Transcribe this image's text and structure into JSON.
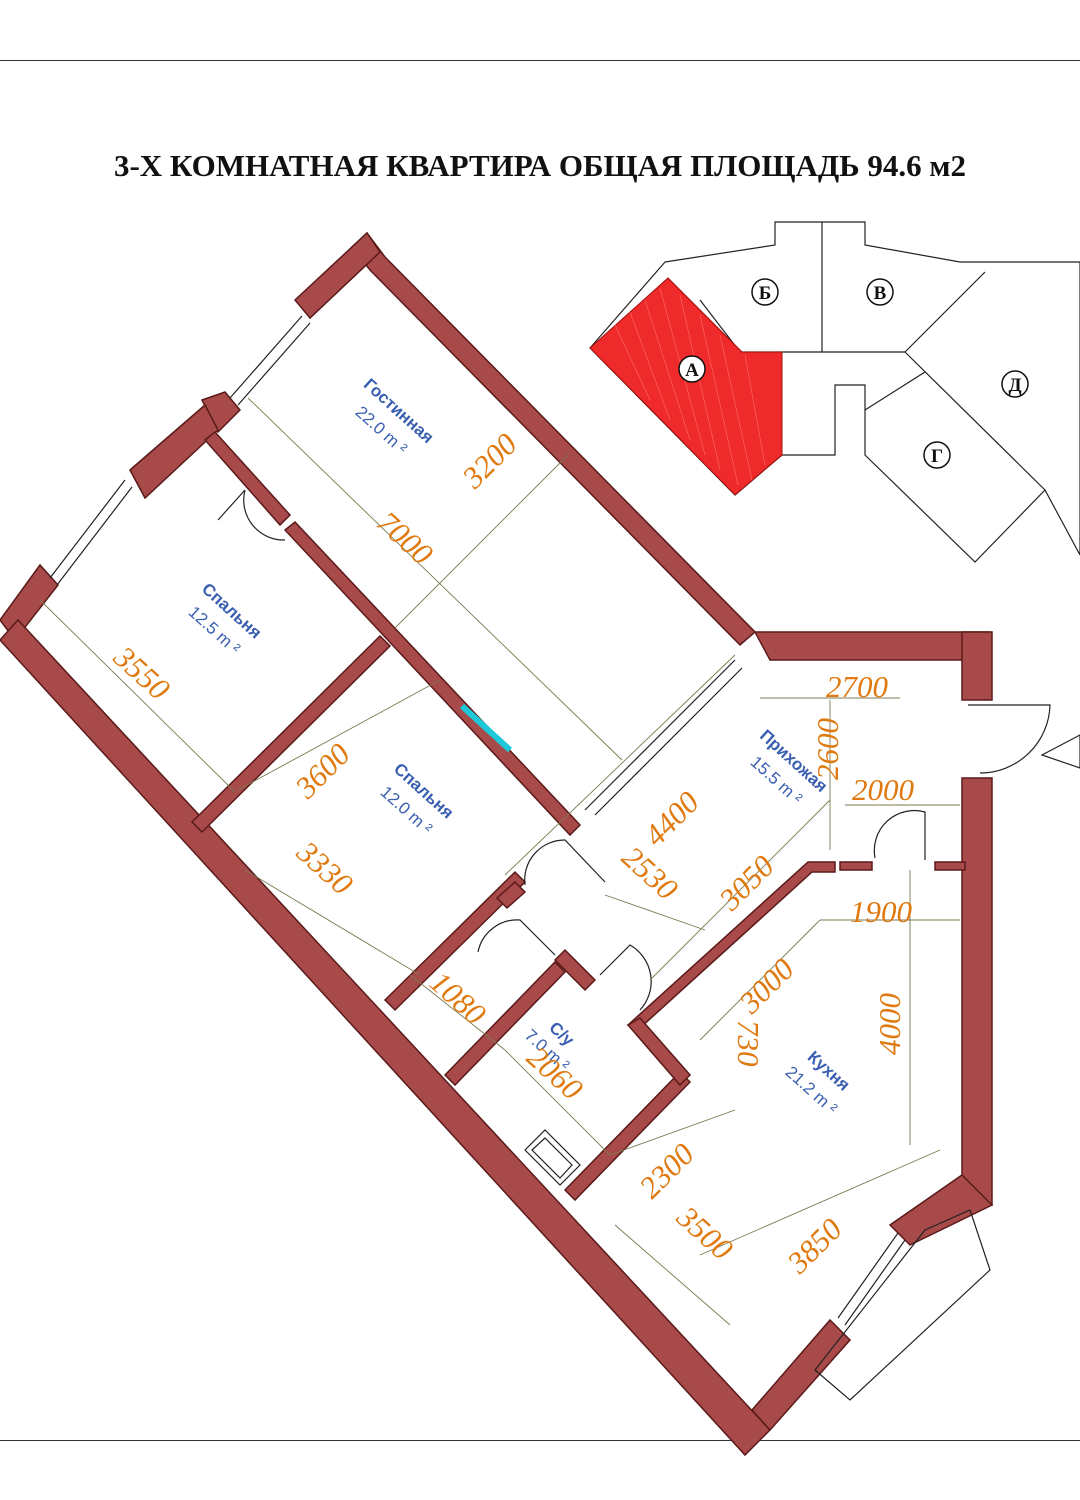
{
  "title": "3-Х КОМНАТНАЯ КВАРТИРА ОБЩАЯ ПЛОЩАДЬ 94.6 м2",
  "colors": {
    "wall": "#a84a4a",
    "highlight": "#ef2a2a",
    "dimension": "#e07a10",
    "room_label": "#3a5fb0",
    "glass": "#1ec8d8"
  },
  "rooms": {
    "living": {
      "name": "Гостинная",
      "area": "22.0 m ²"
    },
    "bedroom1": {
      "name": "Спальня",
      "area": "12.5 m ²"
    },
    "bedroom2": {
      "name": "Спальня",
      "area": "12.0 m ²"
    },
    "hall": {
      "name": "Прихожая",
      "area": "15.5 m ²"
    },
    "bath": {
      "name": "С/у",
      "area": "7.0 m ²"
    },
    "kitchen": {
      "name": "Кухня",
      "area": "21.2 m ²"
    }
  },
  "dimensions": [
    "7000",
    "3200",
    "3550",
    "3600",
    "3330",
    "4400",
    "2530",
    "3050",
    "2700",
    "2600",
    "2000",
    "1900",
    "3000",
    "730",
    "4000",
    "1080",
    "2060",
    "2300",
    "3500",
    "3850"
  ],
  "key_plan": {
    "sections": [
      "А",
      "Б",
      "В",
      "Г",
      "Д"
    ],
    "highlighted": "А"
  }
}
